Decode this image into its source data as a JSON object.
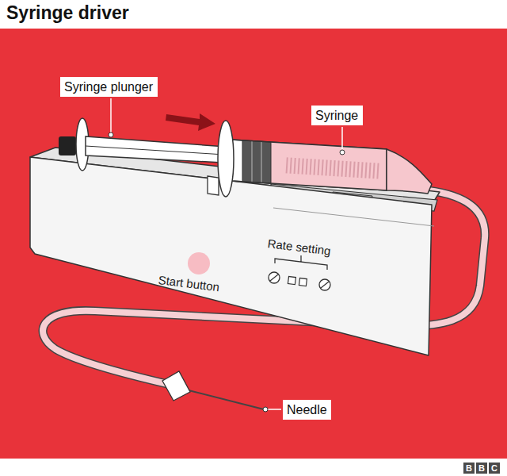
{
  "diagram": {
    "title": "Syringe driver",
    "nodes": [
      {
        "text": [
          "Syringe plunger"
        ]
      },
      {
        "text": [
          "Syringe"
        ]
      },
      {
        "text": [
          "Needle"
        ]
      }
    ],
    "labels": [
      "Start button",
      "Rate setting",
      "B",
      "B",
      "C"
    ]
  }
}
